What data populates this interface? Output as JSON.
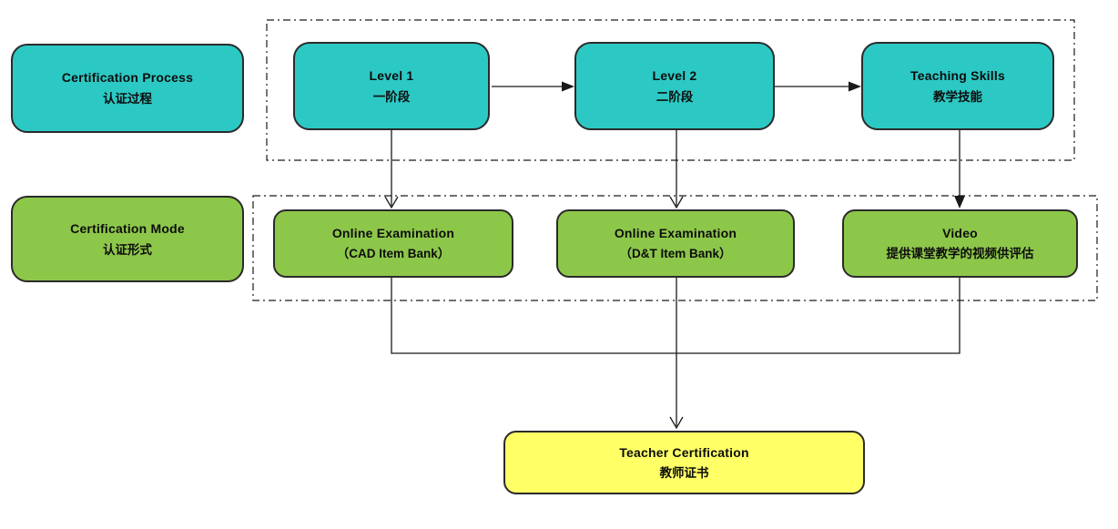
{
  "colors": {
    "teal": "#2cc9c4",
    "green": "#8dc74a",
    "yellow": "#ffff66",
    "line": "#1a1a1a"
  },
  "nodes": {
    "cert_process": {
      "en": "Certification Process",
      "zh": "认证过程"
    },
    "level1": {
      "en": "Level 1",
      "zh": "一阶段"
    },
    "level2": {
      "en": "Level 2",
      "zh": "二阶段"
    },
    "teaching": {
      "en": "Teaching Skills",
      "zh": "教学技能"
    },
    "cert_mode": {
      "en": "Certification Mode",
      "zh": "认证形式"
    },
    "exam_cad": {
      "en": "Online Examination",
      "zh": "（CAD Item Bank）"
    },
    "exam_dt": {
      "en": "Online Examination",
      "zh": "（D&T Item Bank）"
    },
    "video": {
      "en": "Video",
      "zh": "提供课堂教学的视频供评估"
    },
    "teacher_cert": {
      "en": "Teacher Certification",
      "zh": "教师证书"
    }
  }
}
